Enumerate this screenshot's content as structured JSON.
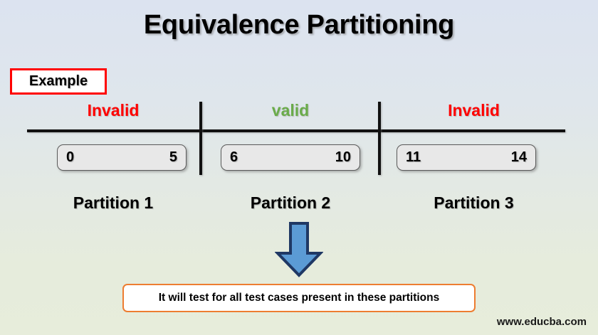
{
  "slide": {
    "title": "Equivalence Partitioning",
    "example_tag": "Example",
    "watermark": "www.educba.com",
    "conclusion": "It will test for all test cases present in these partitions",
    "arrow_icon": "down-arrow-icon",
    "colors": {
      "invalid": "#ff0000",
      "valid": "#6aab4a",
      "example_border": "#ff0000",
      "conclusion_border": "#ed7d31",
      "arrow_fill": "#5b9bd5",
      "arrow_stroke": "#1f3864",
      "axis": "#111111",
      "background_top": "#dce3f0",
      "background_bottom": "#e7eddb"
    }
  },
  "partitions": [
    {
      "validity": "Invalid",
      "min": "0",
      "max": "5",
      "name": "Partition 1"
    },
    {
      "validity": "valid",
      "min": "6",
      "max": "10",
      "name": "Partition 2"
    },
    {
      "validity": "Invalid",
      "min": "11",
      "max": "14",
      "name": "Partition 3"
    }
  ]
}
